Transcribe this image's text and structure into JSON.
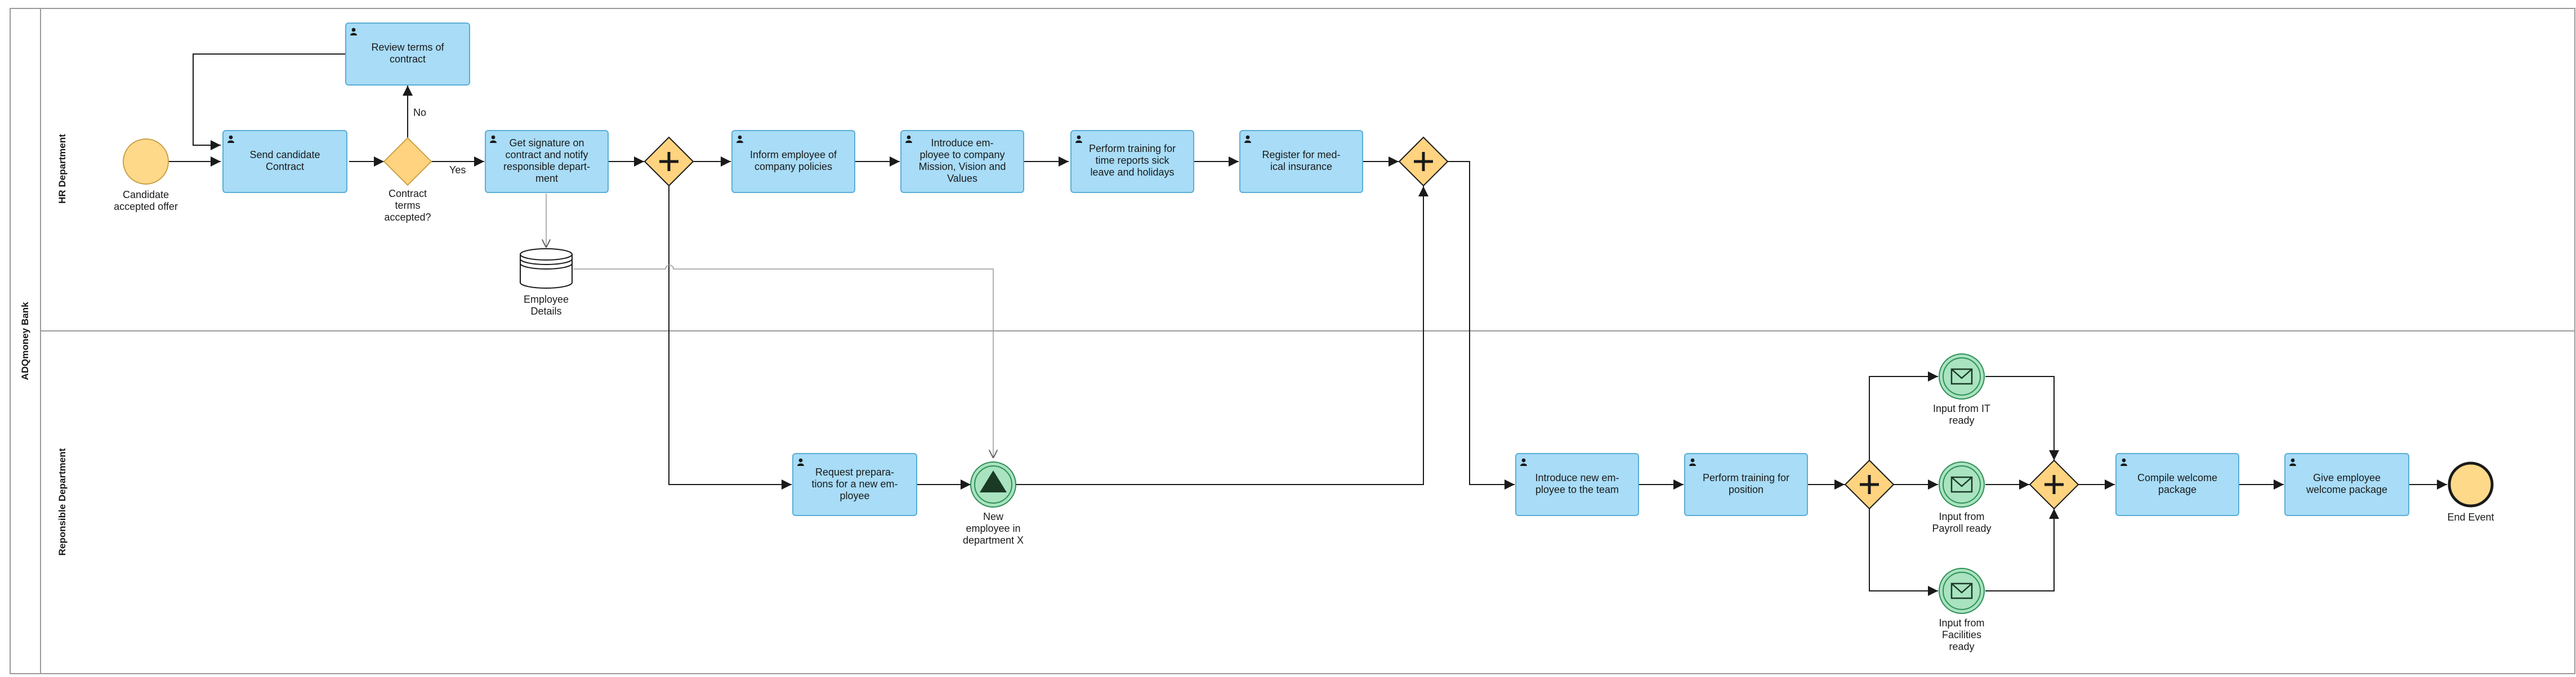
{
  "pool": {
    "label": "ADQmoney Bank"
  },
  "lanes": {
    "hr": "HR Department",
    "responsible": "Reponsible Department"
  },
  "colors": {
    "task_fill": "#a8dcf7",
    "task_stroke": "#5aaed6",
    "gateway_fill": "#ffd37f",
    "event_fill": "#ffd98a",
    "message_fill": "#a9e3c0",
    "message_stroke": "#2f8f57",
    "line": "#1a1a1a"
  },
  "tasks": {
    "review_terms": [
      "Review terms of",
      "contract"
    ],
    "send_contract": [
      "Send candidate",
      "Contract"
    ],
    "get_signature": [
      "Get signature on",
      "contract and notify",
      "responsible depart-",
      "ment"
    ],
    "inform_policies": [
      "Inform employee of",
      "company policies"
    ],
    "introduce_company": [
      "Introduce em-",
      "ployee to company",
      "Mission, Vision and",
      "Values"
    ],
    "perform_training_time": [
      "Perform training for",
      "time reports sick",
      "leave and holidays"
    ],
    "register_medical": [
      "Register for med-",
      "ical insurance"
    ],
    "request_preparations": [
      "Request prepara-",
      "tions for a new em-",
      "ployee"
    ],
    "introduce_team": [
      "Introduce new em-",
      "ployee to the team"
    ],
    "perform_training_position": [
      "Perform training for",
      "position"
    ],
    "compile_package": [
      "Compile welcome",
      "package"
    ],
    "give_package": [
      "Give employee",
      "welcome package"
    ]
  },
  "events": {
    "start": [
      "Candidate",
      "accepted offer"
    ],
    "new_employee": [
      "New",
      "employee in",
      "department X"
    ],
    "input_it": [
      "Input from IT",
      "ready"
    ],
    "input_payroll": [
      "Input from",
      "Payroll ready"
    ],
    "input_facilities": [
      "Input from",
      "Facilities",
      "ready"
    ],
    "end": [
      "End Event"
    ]
  },
  "gateway_label": [
    "Contract",
    "terms",
    "accepted?"
  ],
  "flow_labels": {
    "no": "No",
    "yes": "Yes"
  },
  "data_store": [
    "Employee",
    "Details"
  ]
}
